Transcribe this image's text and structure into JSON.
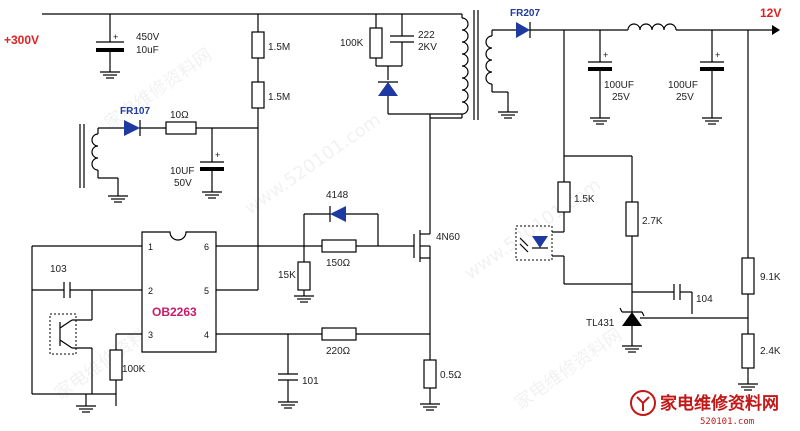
{
  "rails": {
    "plus300": "+300V",
    "plus12": "12V"
  },
  "chip": {
    "name": "OB2263",
    "pins": {
      "p1": "1",
      "p2": "2",
      "p3": "3",
      "p4": "4",
      "p5": "5",
      "p6": "6"
    }
  },
  "components": {
    "c_in": "450V\n10uF",
    "r_start1": "1.5M",
    "r_start2": "1.5M",
    "r_snub": "100K",
    "c_snub": "222\n2KV",
    "d_aux": "FR107",
    "r_aux": "10Ω",
    "c_aux": "10UF\n50V",
    "d_gate": "4148",
    "r_gate": "150Ω",
    "r_gs": "15K",
    "mosfet": "4N60",
    "c_103": "103",
    "r_100k": "100K",
    "r_220": "220Ω",
    "c_101": "101",
    "r_sense": "0.5Ω",
    "d_out": "FR207",
    "c_out1": "100UF\n25V",
    "c_out2": "100UF\n25V",
    "r_15k": "1.5K",
    "r_27k": "2.7K",
    "c_104": "104",
    "ref": "TL431",
    "r_91k": "9.1K",
    "r_24k": "2.4K"
  },
  "logo": {
    "text": "家电维修资料网",
    "url": "520101.com"
  },
  "watermarks": [
    "家电维修资料网",
    "www.520101.com",
    "www.520101.com",
    "家电维修资料网",
    "家电维修资料网"
  ]
}
